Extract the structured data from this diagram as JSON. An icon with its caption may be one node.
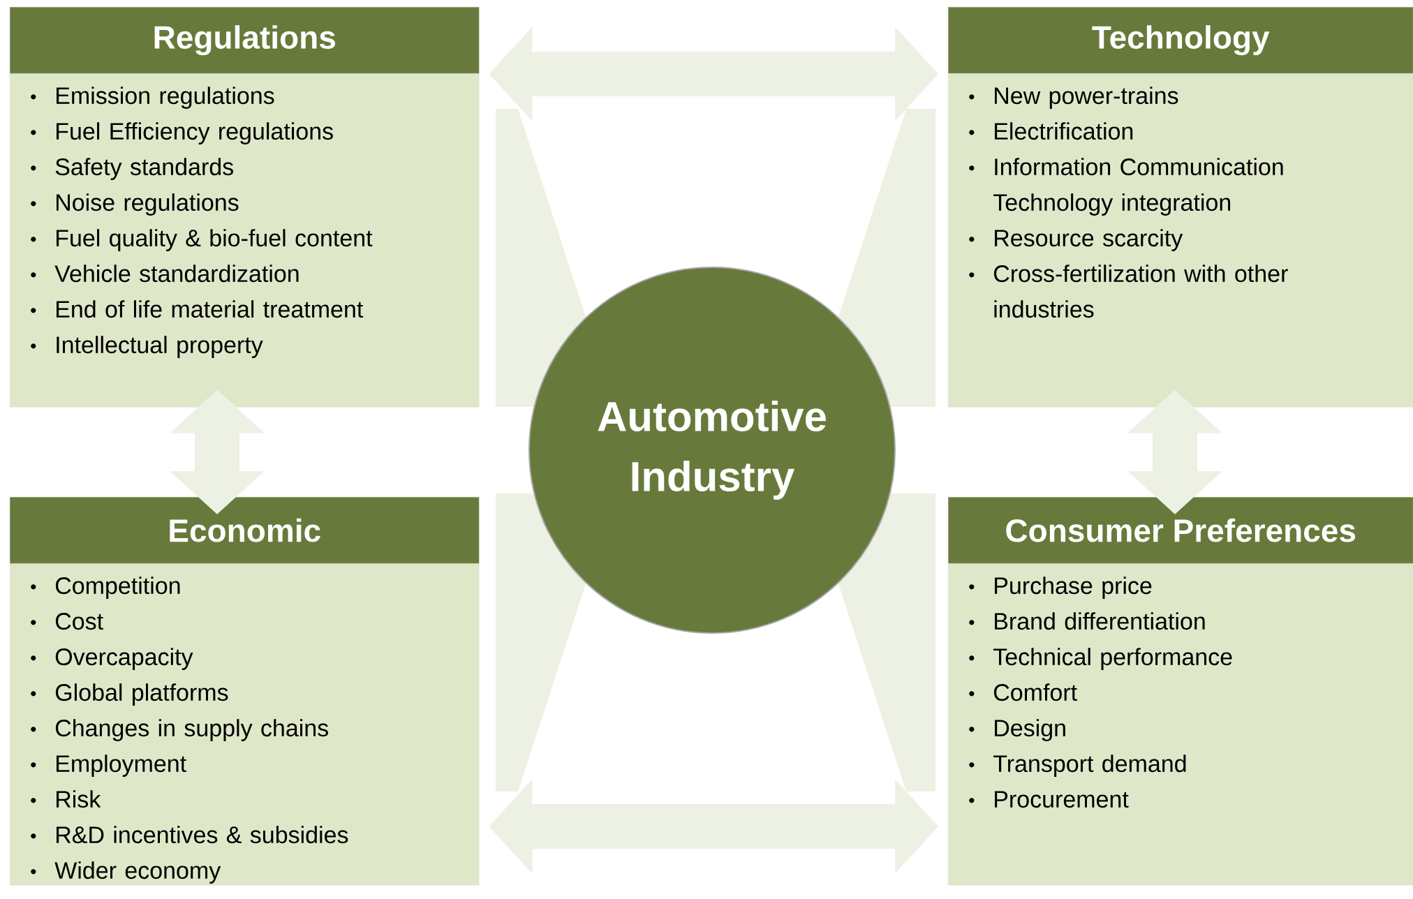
{
  "diagram": {
    "nodes": [
      {
        "text": [
          "Regulations",
          "Emission regulations",
          "Fuel Efficiency regulations",
          "Safety standards",
          "Noise regulations",
          "Fuel quality & bio-fuel content",
          "Vehicle standardization",
          "End of life material treatment",
          "Intellectual property"
        ]
      },
      {
        "text": [
          "Technology",
          "New power-trains",
          "Electrification",
          "Information Communication Technology integration",
          "Resource scarcity",
          "Cross-fertilization with other industries"
        ]
      },
      {
        "text": [
          "Economic",
          "Competition",
          "Cost",
          "Overcapacity",
          "Global platforms",
          "Changes in supply chains",
          "Employment",
          "Risk",
          "R&D incentives & subsidies",
          "Wider economy"
        ]
      },
      {
        "text": [
          "Consumer Preferences",
          "Purchase price",
          "Brand differentiation",
          "Technical performance",
          "Comfort",
          "Design",
          "Transport demand",
          "Procurement"
        ]
      },
      {
        "text": [
          "Automotive Industry"
        ]
      }
    ],
    "edges": [
      {
        "from": 0,
        "to": 1,
        "arrow": "both"
      },
      {
        "from": 0,
        "to": 2,
        "arrow": "both"
      },
      {
        "from": 1,
        "to": 3,
        "arrow": "both"
      },
      {
        "from": 2,
        "to": 3,
        "arrow": "both"
      }
    ]
  }
}
